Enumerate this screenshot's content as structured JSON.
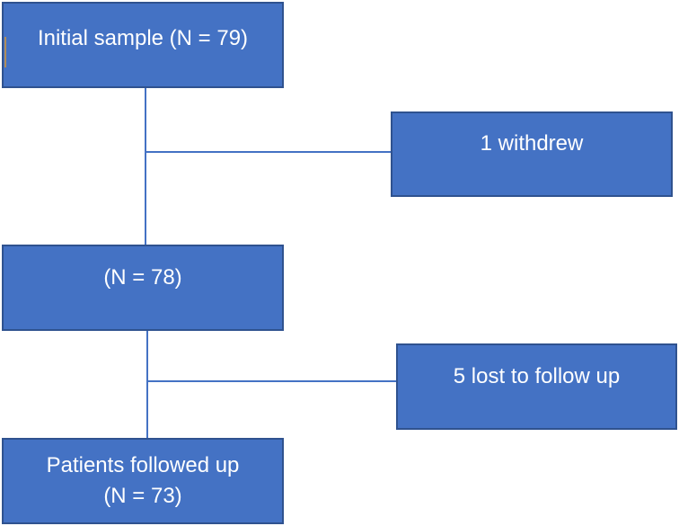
{
  "diagram": {
    "initial_box": {
      "text": "Initial sample (N = 79)"
    },
    "withdrew_box": {
      "text": "1 withdrew"
    },
    "middle_box": {
      "text": "(N = 78)"
    },
    "lost_box": {
      "text": "5 lost to follow up"
    },
    "final_box": {
      "line1": "Patients followed up",
      "line2": "(N = 73)"
    }
  },
  "colors": {
    "box_fill": "#4472c4",
    "box_border": "#2f528f",
    "connector": "#4472c4",
    "text": "#ffffff"
  }
}
